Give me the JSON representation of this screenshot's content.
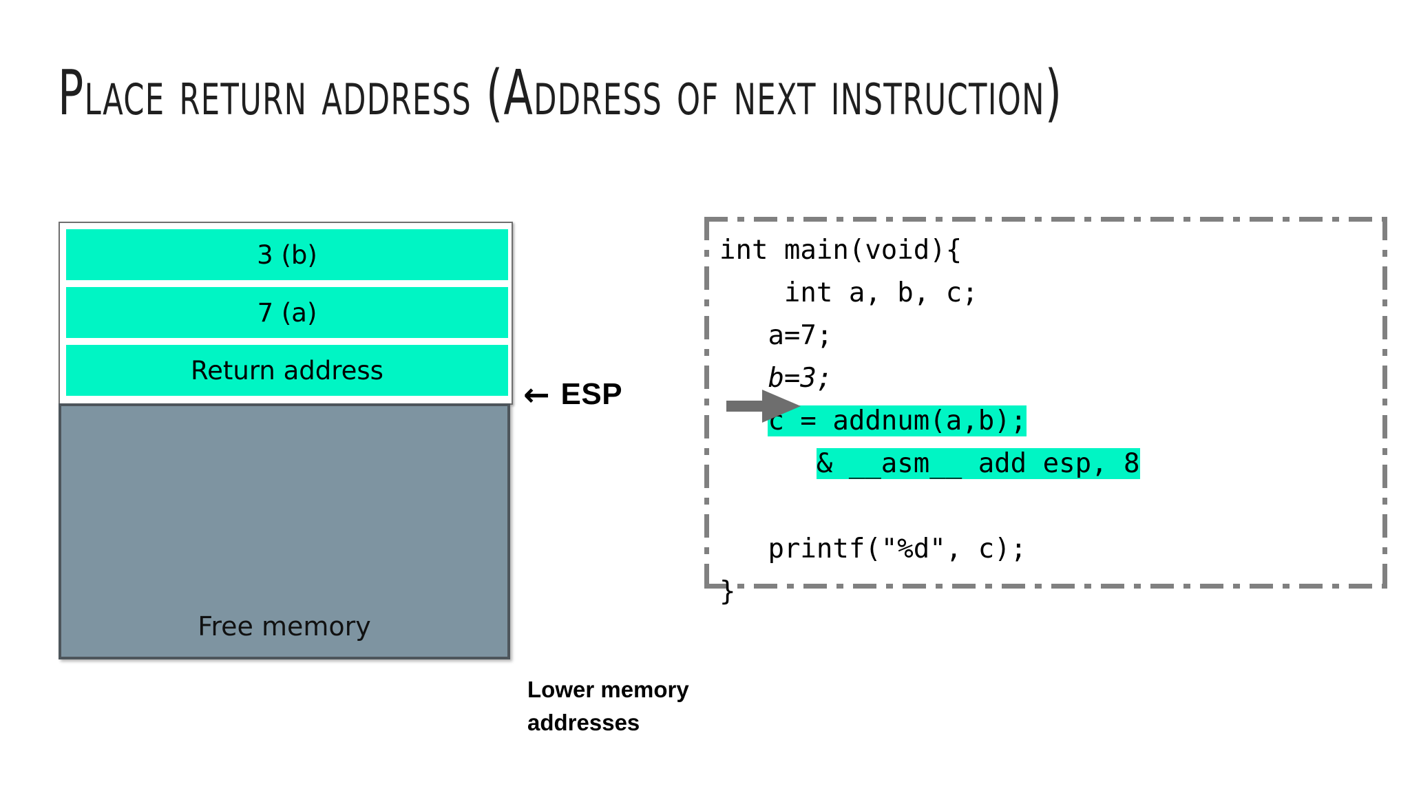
{
  "slide": {
    "title": "Place return address (Address of next instruction)"
  },
  "stack": {
    "cells": [
      {
        "label": "3 (b)"
      },
      {
        "label": "7 (a)"
      },
      {
        "label": "Return address"
      }
    ],
    "free_memory_label": "Free memory",
    "esp": {
      "arrow": "←",
      "label": "ESP"
    },
    "lower_memory_note": "Lower  memory\naddresses"
  },
  "code": {
    "lines": [
      {
        "text": "int main(void){",
        "highlight": false,
        "italic": false
      },
      {
        "text": "    int a, b, c;",
        "highlight": false,
        "italic": false
      },
      {
        "text": "   a=7;",
        "highlight": false,
        "italic": false
      },
      {
        "text": "   b=3;",
        "highlight": false,
        "italic": true
      },
      {
        "text": "   c = addnum(a,b);",
        "highlight": true,
        "italic": false
      },
      {
        "text": "      & __asm__ add esp, 8",
        "highlight": true,
        "italic": false
      },
      {
        "text": "",
        "highlight": false,
        "italic": false
      },
      {
        "text": "   printf(\"%d\", c);",
        "highlight": false,
        "italic": false
      },
      {
        "text": "}",
        "highlight": false,
        "italic": false
      }
    ],
    "pointer_icon": "right-block-arrow"
  },
  "colors": {
    "highlight_green": "#00F5C4",
    "free_memory_grey": "#7E94A1",
    "free_memory_border": "#4D555B",
    "code_border_grey": "#808080",
    "arrow_grey": "#6E6E6E",
    "background": "#FFFFFF",
    "text": "#000000"
  }
}
